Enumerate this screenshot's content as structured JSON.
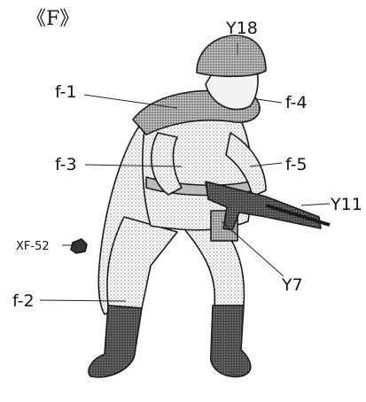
{
  "diagram": {
    "title": "《F》",
    "labels": {
      "y18": "Y18",
      "f1": "f-1",
      "f4": "f-4",
      "f3": "f-3",
      "f5": "f-5",
      "y11": "Y11",
      "xf52": "XF-52",
      "y7": "Y7",
      "f2": "f-2"
    }
  }
}
